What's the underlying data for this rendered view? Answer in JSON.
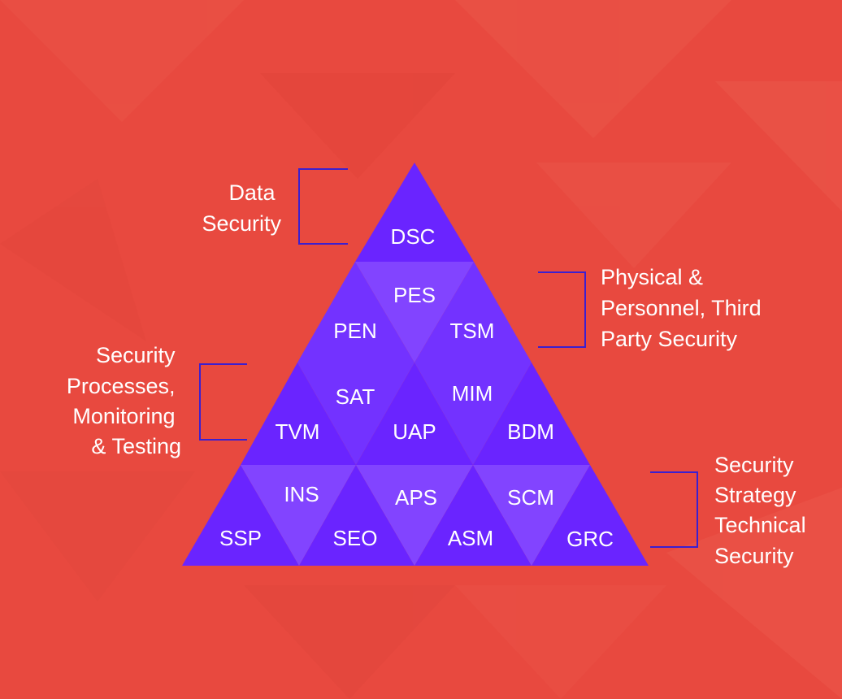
{
  "colors": {
    "background": "#e8493f",
    "triangle_dark": "#6a24ff",
    "triangle_light": "#7b3cff",
    "band_light": "#8244ff",
    "bracket": "#3b1fd0",
    "text": "#ffffff"
  },
  "pyramid": {
    "row1": {
      "dsc": "DSC"
    },
    "row2": {
      "pes": "PES",
      "pen": "PEN",
      "tsm": "TSM"
    },
    "row3": {
      "sat": "SAT",
      "mim": "MIM",
      "tvm": "TVM",
      "uap": "UAP",
      "bdm": "BDM"
    },
    "row4": {
      "ins": "INS",
      "aps": "APS",
      "scm": "SCM",
      "ssp": "SSP",
      "seo": "SEO",
      "asm": "ASM",
      "grc": "GRC"
    }
  },
  "labels": {
    "data_security": [
      "Data",
      "Security"
    ],
    "security_processes": [
      "Security",
      "Processes,",
      "Monitoring",
      "& Testing"
    ],
    "physical_personnel": [
      "Physical &",
      "Personnel, Third",
      "Party Security"
    ],
    "security_strategy": [
      "Security",
      "Strategy",
      "Technical",
      "Security"
    ]
  }
}
